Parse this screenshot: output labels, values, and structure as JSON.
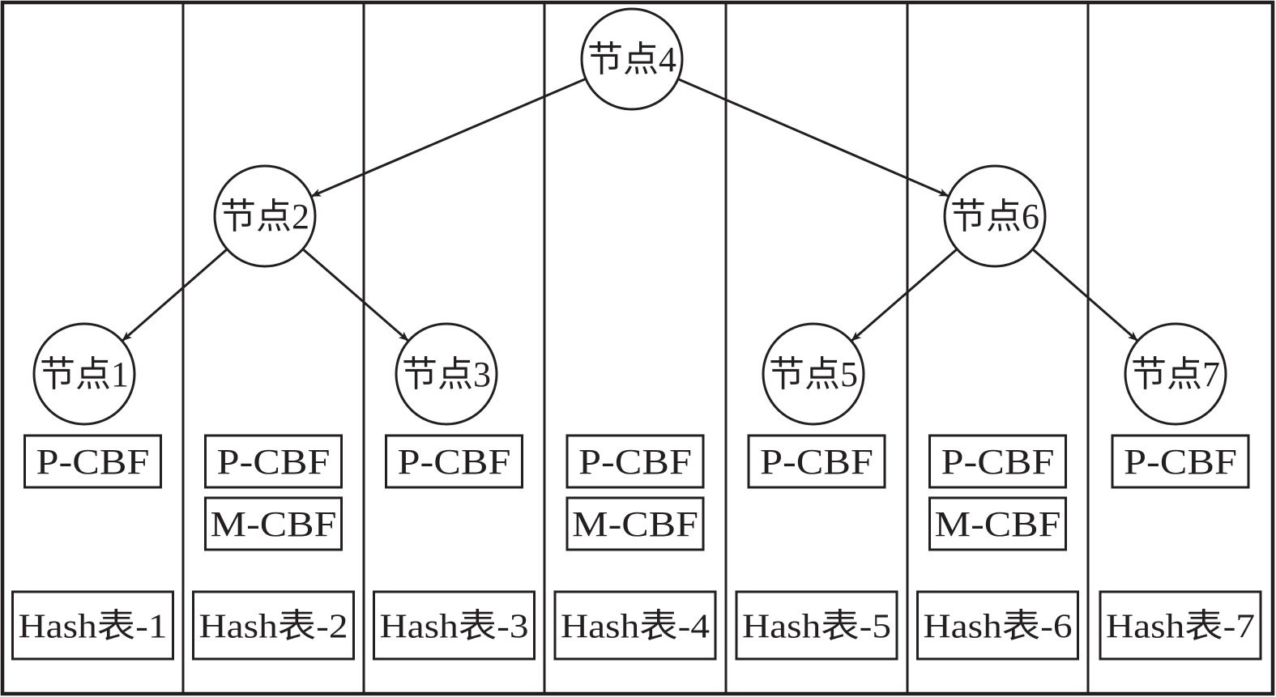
{
  "diagram": {
    "type": "binary-tree-partitioned",
    "stroke_color": "#231f20",
    "background": "#ffffff",
    "columns": [
      {
        "id": 1,
        "filters": [
          "P-CBF"
        ],
        "hash_table": "Hash表-1"
      },
      {
        "id": 2,
        "filters": [
          "P-CBF",
          "M-CBF"
        ],
        "hash_table": "Hash表-2"
      },
      {
        "id": 3,
        "filters": [
          "P-CBF"
        ],
        "hash_table": "Hash表-3"
      },
      {
        "id": 4,
        "filters": [
          "P-CBF",
          "M-CBF"
        ],
        "hash_table": "Hash表-4"
      },
      {
        "id": 5,
        "filters": [
          "P-CBF"
        ],
        "hash_table": "Hash表-5"
      },
      {
        "id": 6,
        "filters": [
          "P-CBF",
          "M-CBF"
        ],
        "hash_table": "Hash表-6"
      },
      {
        "id": 7,
        "filters": [
          "P-CBF"
        ],
        "hash_table": "Hash表-7"
      }
    ],
    "nodes": [
      {
        "id": 1,
        "label": "节点1",
        "level": 2
      },
      {
        "id": 2,
        "label": "节点2",
        "level": 1
      },
      {
        "id": 3,
        "label": "节点3",
        "level": 2
      },
      {
        "id": 4,
        "label": "节点4",
        "level": 0
      },
      {
        "id": 5,
        "label": "节点5",
        "level": 2
      },
      {
        "id": 6,
        "label": "节点6",
        "level": 1
      },
      {
        "id": 7,
        "label": "节点7",
        "level": 2
      }
    ],
    "edges": [
      {
        "from": 4,
        "to": 2
      },
      {
        "from": 4,
        "to": 6
      },
      {
        "from": 2,
        "to": 1
      },
      {
        "from": 2,
        "to": 3
      },
      {
        "from": 6,
        "to": 5
      },
      {
        "from": 6,
        "to": 7
      }
    ]
  }
}
